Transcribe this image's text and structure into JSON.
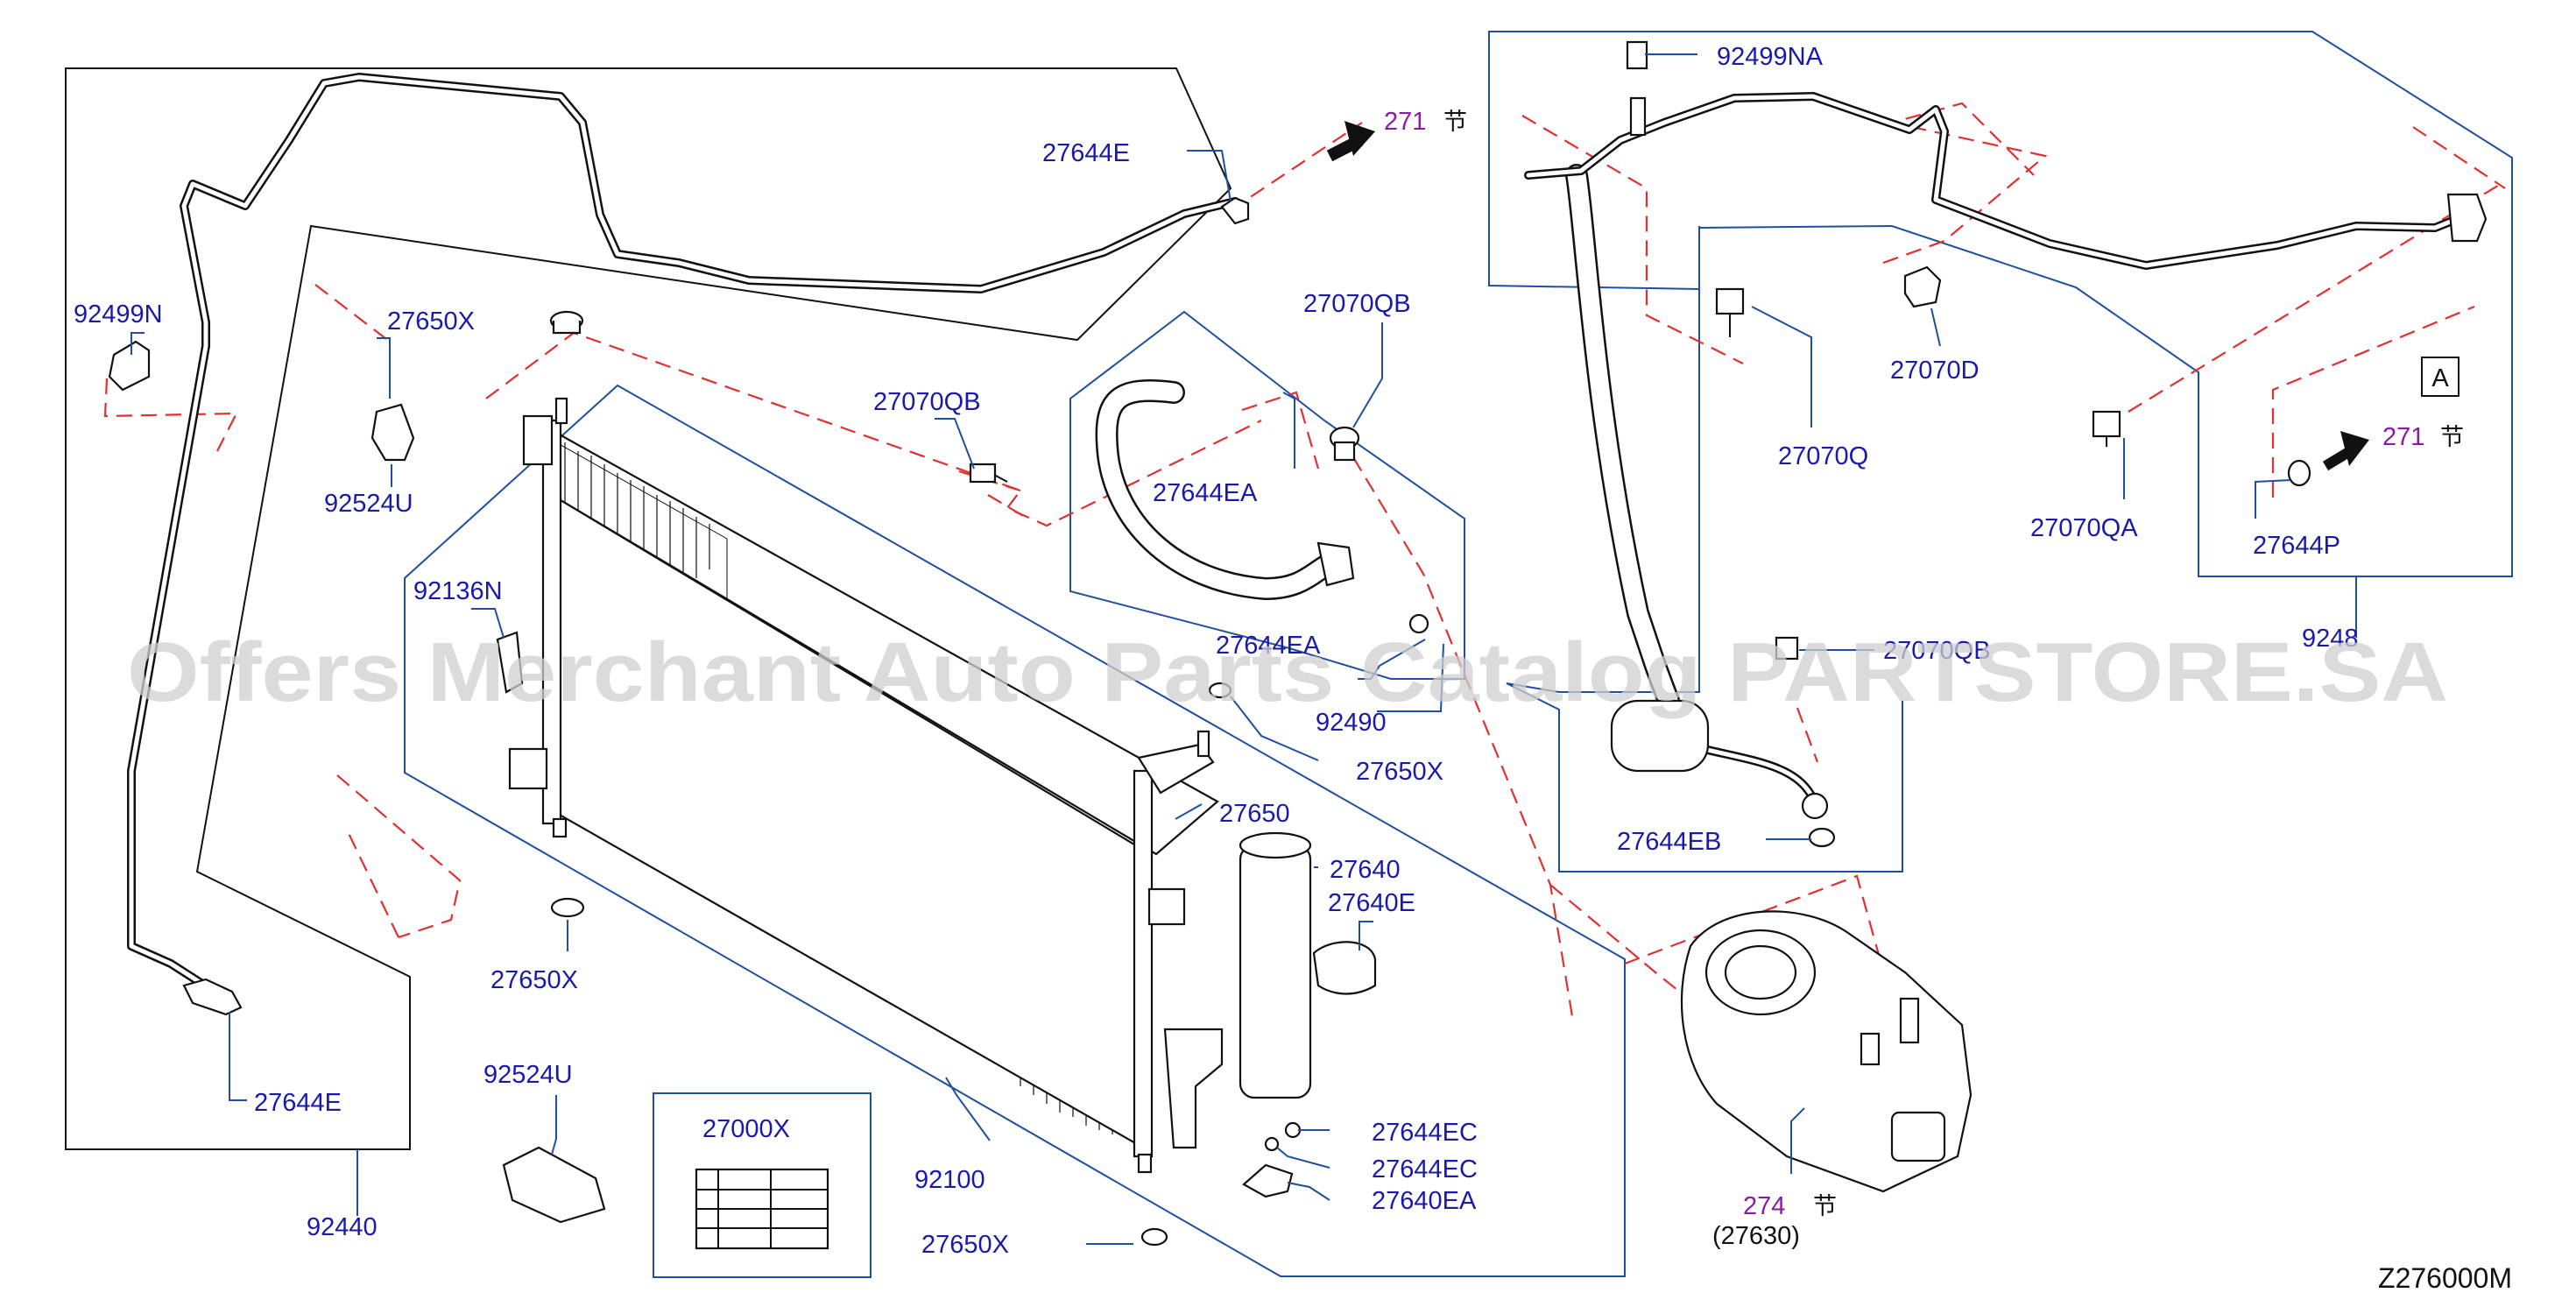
{
  "diagram_code": "Z276000M",
  "watermark": "Offers Merchant Auto Parts Catalog PARTSTORE.SA",
  "section_glyph": "节",
  "callout_a": "A",
  "labels": {
    "l_92499NA": "92499NA",
    "l_27644E_top": "27644E",
    "l_271_top": "271",
    "l_92499N": "92499N",
    "l_27650X_top": "27650X",
    "l_27070QB_mid": "27070QB",
    "l_27070QB_top": "27070QB",
    "l_92524U_top": "92524U",
    "l_27644EA_1": "27644EA",
    "l_92136N": "92136N",
    "l_27644EA_2": "27644EA",
    "l_92490": "92490",
    "l_27650X_mid": "27650X",
    "l_27650": "27650",
    "l_27640": "27640",
    "l_27640E": "27640E",
    "l_27650X_low": "27650X",
    "l_92524U_low": "92524U",
    "l_27644E_low": "27644E",
    "l_27000X": "27000X",
    "l_92100": "92100",
    "l_27644EC_1": "27644EC",
    "l_27644EC_2": "27644EC",
    "l_27640EA": "27640EA",
    "l_92440": "92440",
    "l_27650X_bot": "27650X",
    "l_27070D": "27070D",
    "l_27070Q": "27070Q",
    "l_27070QA": "27070QA",
    "l_271_right": "271",
    "l_27644P": "27644P",
    "l_9248x": "9248",
    "l_27070QB_right": "27070QB",
    "l_27644EB": "27644EB",
    "l_274": "274",
    "l_27630": "(27630)"
  }
}
